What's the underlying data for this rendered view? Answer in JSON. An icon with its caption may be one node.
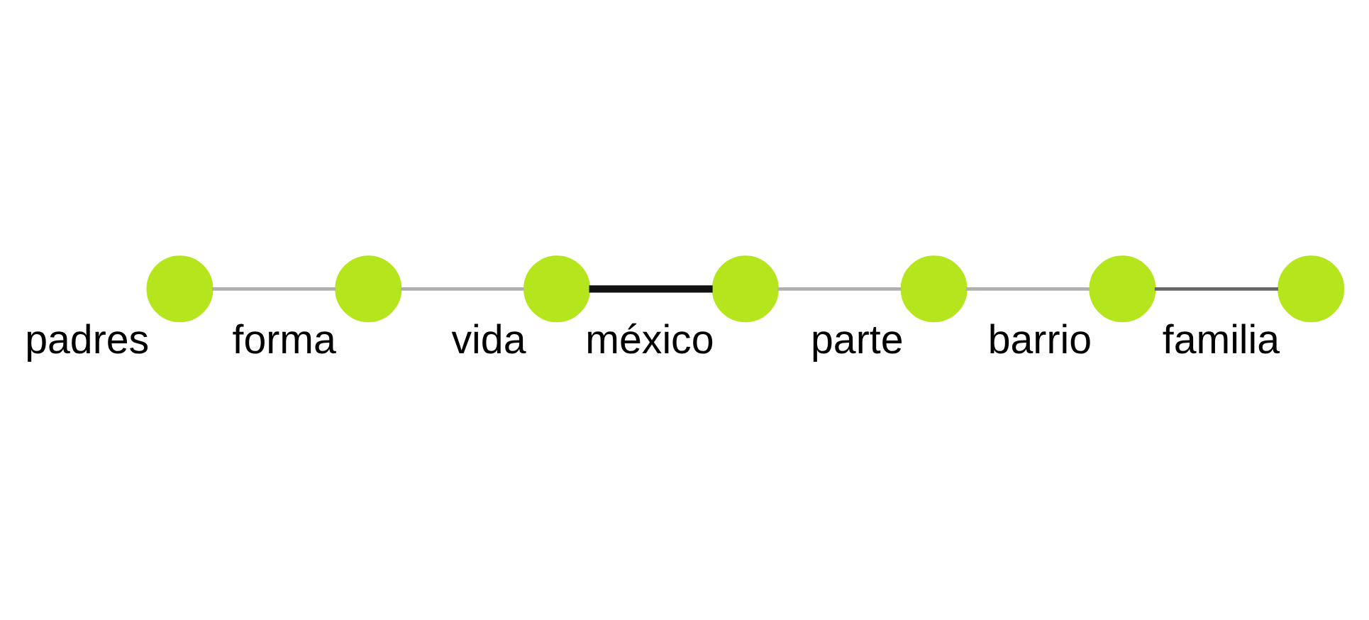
{
  "diagram": {
    "nodes": [
      {
        "text": [],
        "shape": "circle",
        "beside": [
          "padres"
        ]
      },
      {
        "text": [],
        "shape": "circle",
        "beside": [
          "forma"
        ]
      },
      {
        "text": [],
        "shape": "circle",
        "beside": [
          "vida"
        ]
      },
      {
        "text": [],
        "shape": "circle",
        "beside": [
          "méxico"
        ]
      },
      {
        "text": [],
        "shape": "circle",
        "beside": [
          "parte"
        ]
      },
      {
        "text": [],
        "shape": "circle",
        "beside": [
          "barrio"
        ]
      },
      {
        "text": [],
        "shape": "circle",
        "beside": [
          "familia"
        ]
      }
    ],
    "edges": [
      {
        "from": 0,
        "to": 1,
        "arrow": "none"
      },
      {
        "from": 1,
        "to": 2,
        "arrow": "none"
      },
      {
        "from": 2,
        "to": 3,
        "arrow": "none",
        "style": "thick",
        "color": "#111111"
      },
      {
        "from": 3,
        "to": 4,
        "arrow": "none"
      },
      {
        "from": 4,
        "to": 5,
        "arrow": "none"
      },
      {
        "from": 5,
        "to": 6,
        "arrow": "none",
        "color": "#666666"
      }
    ]
  }
}
